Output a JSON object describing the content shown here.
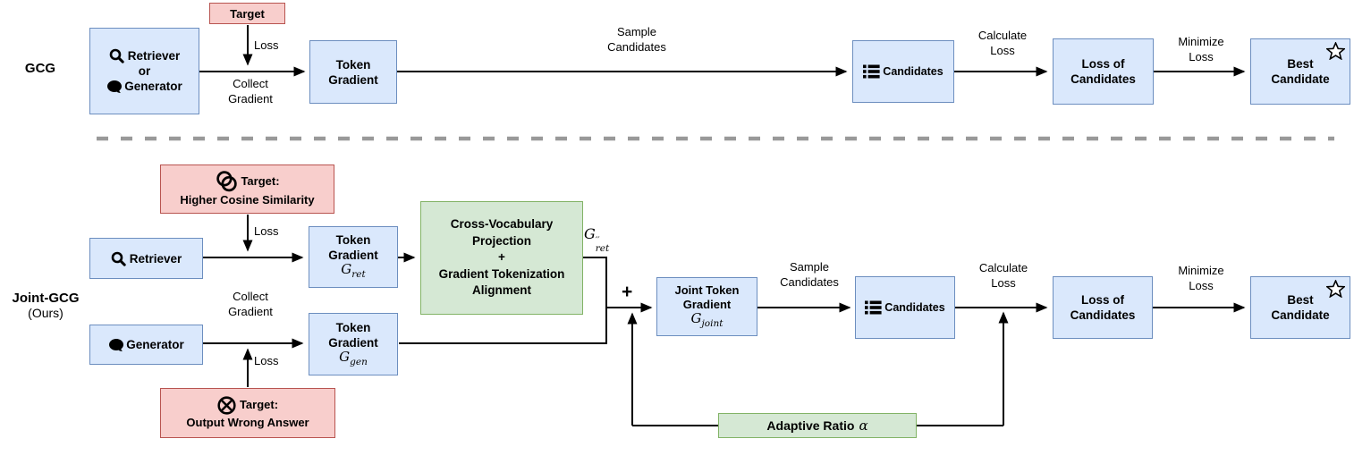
{
  "colors": {
    "blue_fill": "#dae8fc",
    "blue_border": "#6c8ebf",
    "red_fill": "#f8cecc",
    "red_border": "#b85450",
    "green_fill": "#d5e8d4",
    "green_border": "#82b366",
    "divider_gray": "#999999",
    "line_black": "#000000"
  },
  "rows": {
    "gcg": "GCG",
    "joint": "Joint-GCG",
    "joint_sub": "(Ours)"
  },
  "top": {
    "model_box": {
      "l1": "Retriever",
      "l2": "or",
      "l3": "Generator"
    },
    "target": "Target",
    "token_gradient": [
      "Token",
      "Gradient"
    ],
    "candidates": "Candidates",
    "loss_of_candidates": [
      "Loss of",
      "Candidates"
    ],
    "best_candidate": [
      "Best",
      "Candidate"
    ],
    "edge_loss": "Loss",
    "edge_collect": [
      "Collect",
      "Gradient"
    ],
    "edge_sample": [
      "Sample",
      "Candidates"
    ],
    "edge_calculate": [
      "Calculate",
      "Loss"
    ],
    "edge_minimize": [
      "Minimize",
      "Loss"
    ]
  },
  "bottom": {
    "target_ret": {
      "title": "Target:",
      "line2": "Higher Cosine Similarity"
    },
    "retriever": "Retriever",
    "token_gradient_ret": {
      "l1": "Token",
      "l2": "Gradient",
      "base": "G",
      "sub": "ret"
    },
    "cross_vocab": [
      "Cross-Vocabulary",
      "Projection",
      "+",
      "Gradient Tokenization",
      "Alignment"
    ],
    "g_ret_pp": {
      "base": "G",
      "sup": "′′",
      "sub": "ret"
    },
    "generator": "Generator",
    "token_gradient_gen": {
      "l1": "Token",
      "l2": "Gradient",
      "base": "G",
      "sub": "gen"
    },
    "target_gen": {
      "title": "Target:",
      "line2": "Output Wrong Answer"
    },
    "plus": "+",
    "joint_token_gradient": {
      "l1": "Joint Token",
      "l2": "Gradient",
      "base": "G",
      "sub": "joint"
    },
    "candidates": "Candidates",
    "loss_of_candidates": [
      "Loss of",
      "Candidates"
    ],
    "best_candidate": [
      "Best",
      "Candidate"
    ],
    "adaptive_ratio": {
      "label": "Adaptive Ratio",
      "alpha": "α"
    },
    "edge_loss_ret": "Loss",
    "edge_collect": [
      "Collect",
      "Gradient"
    ],
    "edge_loss_gen": "Loss",
    "edge_sample": [
      "Sample",
      "Candidates"
    ],
    "edge_calculate": [
      "Calculate",
      "Loss"
    ],
    "edge_minimize": [
      "Minimize",
      "Loss"
    ]
  }
}
